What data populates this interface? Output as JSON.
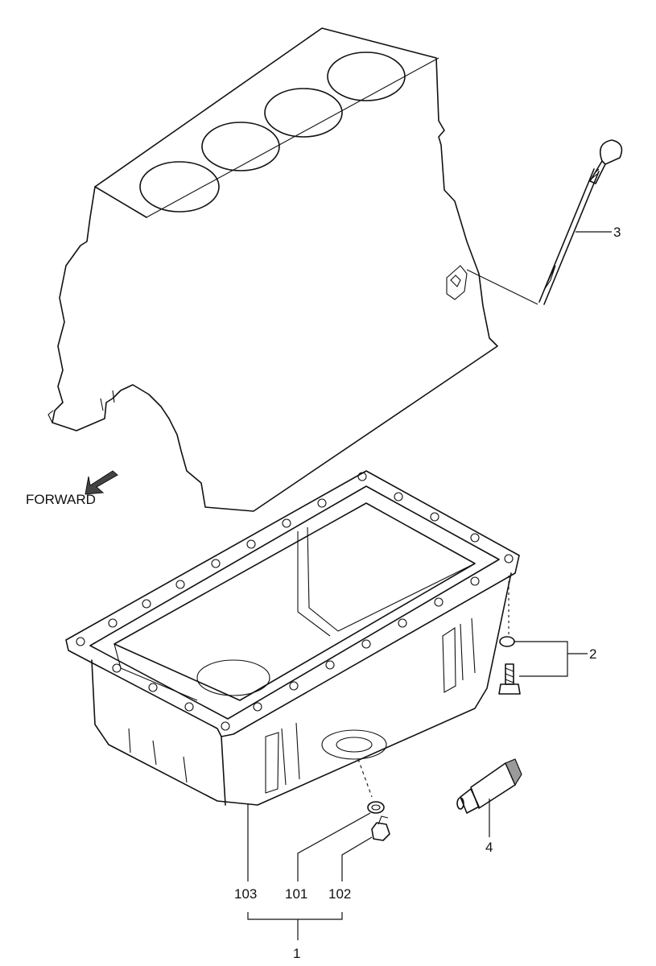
{
  "diagram": {
    "forward_label": "FORWARD",
    "callouts": {
      "dipstick": "3",
      "washer_bolt": "2",
      "sealant": "4",
      "oil_pan": "103",
      "drain_gasket": "101",
      "drain_plug": "102",
      "pan_assembly": "1"
    }
  }
}
